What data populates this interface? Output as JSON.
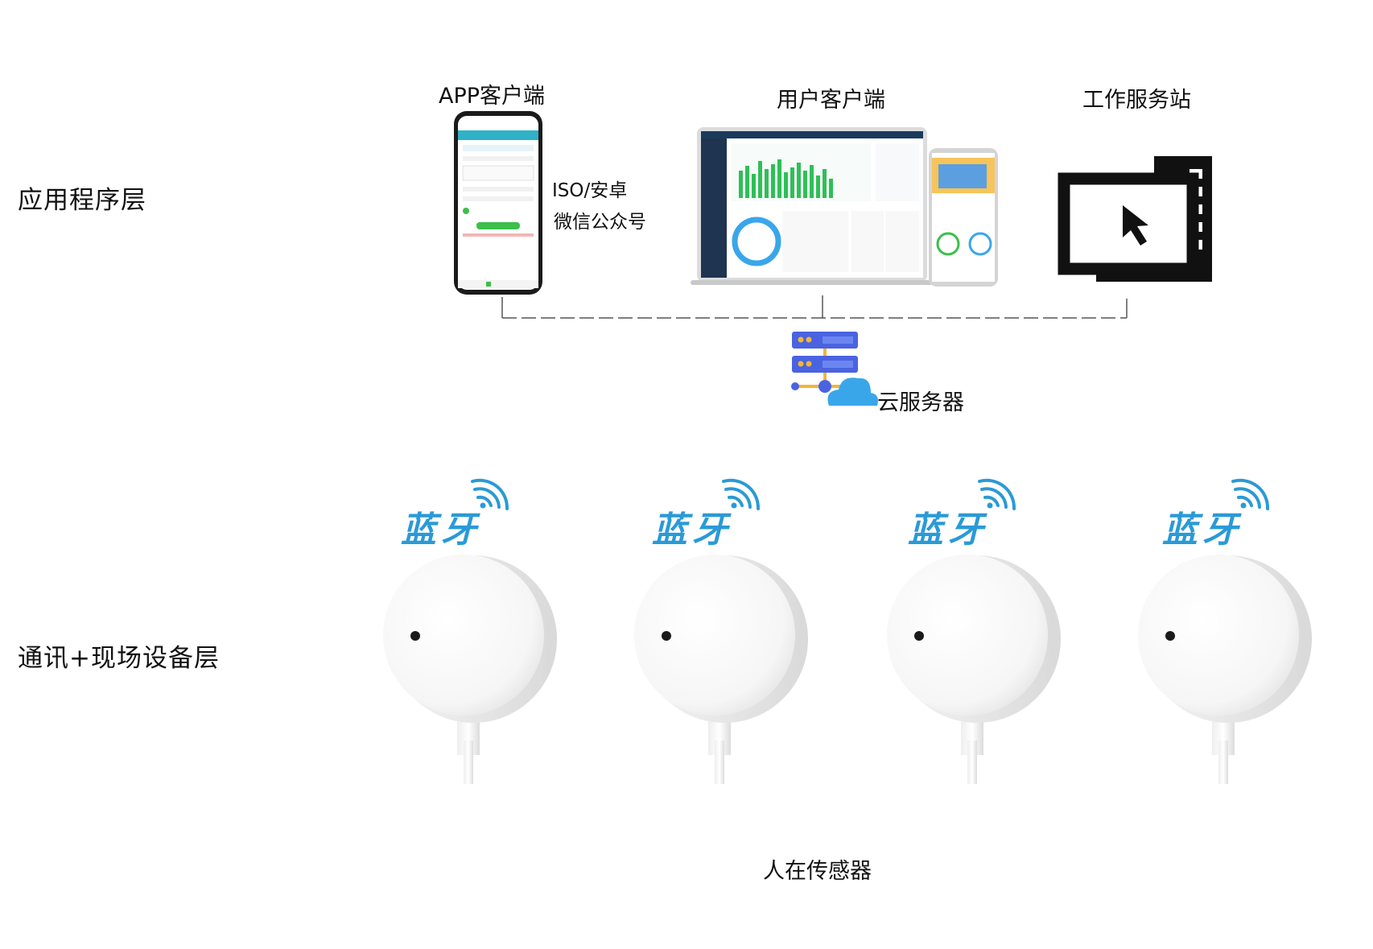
{
  "layers": {
    "app": "应用程序层",
    "device": "通讯+现场设备层"
  },
  "nodes": {
    "app_client": "APP客户端",
    "user_client": "用户客户端",
    "workstation": "工作服务站",
    "cloud_server": "云服务器",
    "sensor": "人在传感器"
  },
  "app_platforms": {
    "line1": "ISO/安卓",
    "line2": "微信公众号"
  },
  "bluetooth_label": "蓝牙",
  "sensors": [
    {
      "label": "蓝牙"
    },
    {
      "label": "蓝牙"
    },
    {
      "label": "蓝牙"
    },
    {
      "label": "蓝牙"
    }
  ],
  "colors": {
    "bluetooth": "#2a9ad6",
    "server_blue": "#4a63e0",
    "cloud_blue": "#3aa6ea",
    "connector_orange": "#f2b63a",
    "monitor_black": "#111111"
  }
}
